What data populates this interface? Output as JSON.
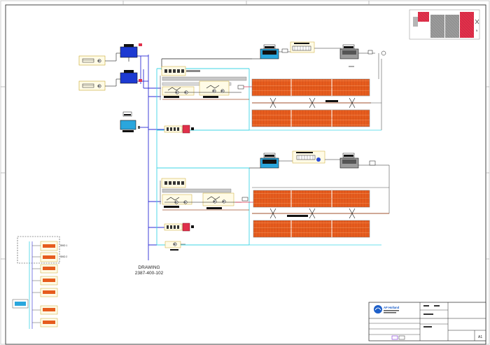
{
  "drawing_ref": {
    "label": "DRAWING",
    "number": "2387-400-102"
  },
  "title_block": {
    "company": "AP Holland",
    "sheet_size": "A1"
  },
  "inset": {
    "tag_1": "SKID 1",
    "tag_2": "SKID 2"
  },
  "colors": {
    "cyan_line": "#3ed6e6",
    "blue_line": "#2b2bd6",
    "brown_line": "#a0522d",
    "tile_red": "#e65c1e",
    "tank_blue": "#1d3ad1",
    "title_logo": "#1d5fc9"
  }
}
